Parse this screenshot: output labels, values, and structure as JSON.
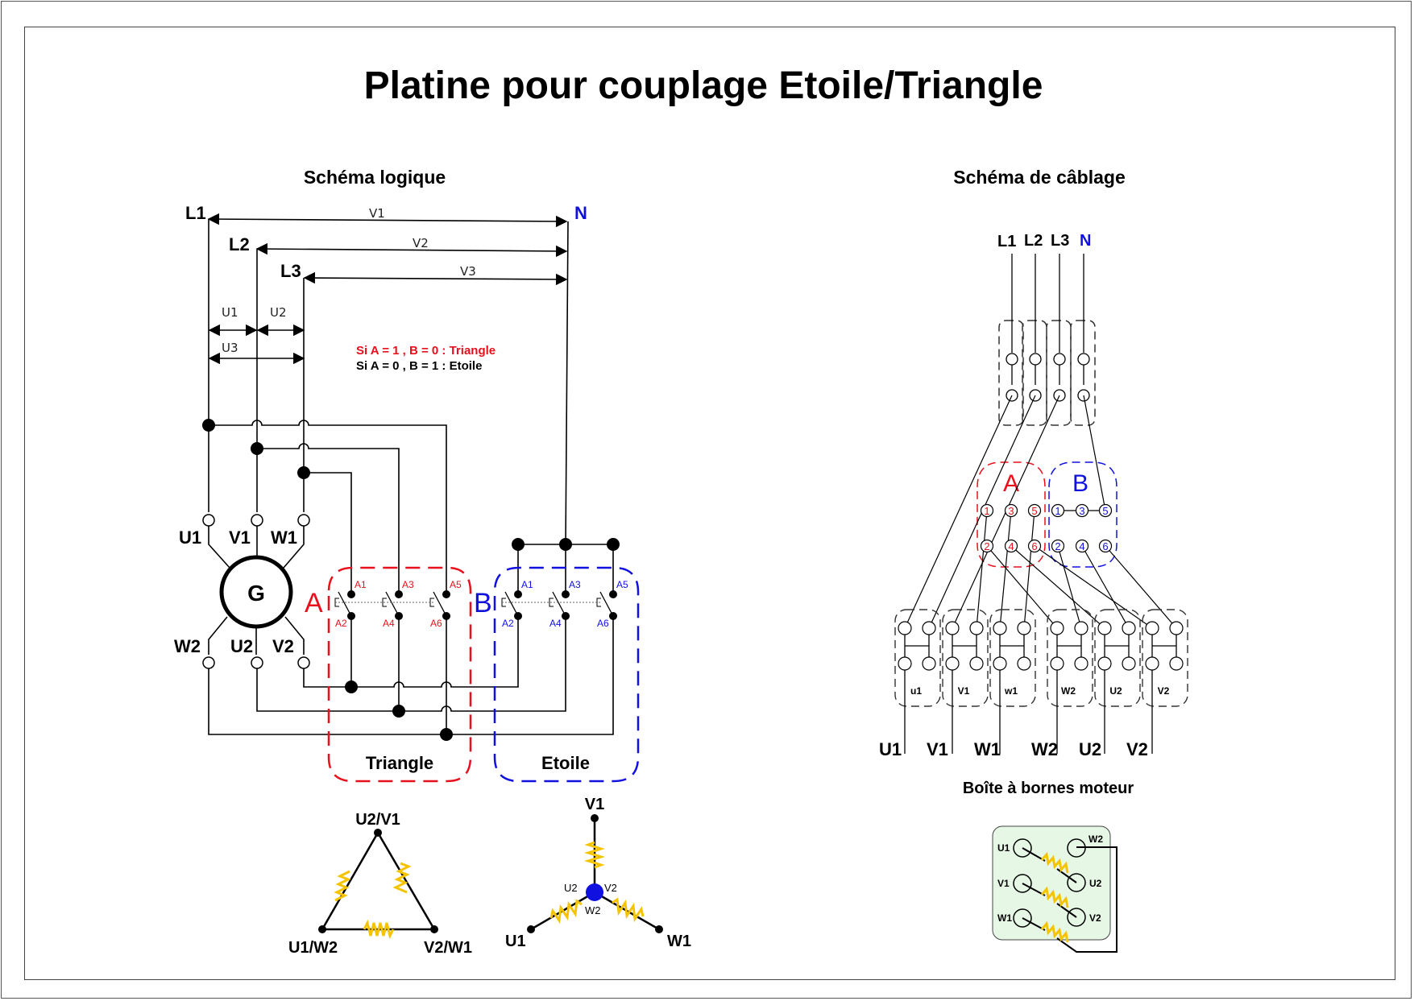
{
  "title": "Platine pour couplage Etoile/Triangle",
  "logic": {
    "heading": "Schéma logique",
    "lines": [
      "L1",
      "L2",
      "L3"
    ],
    "neutral": "N",
    "phase_voltages": [
      "V1",
      "V2",
      "V3"
    ],
    "line_voltages": [
      "U1",
      "U2",
      "U3"
    ],
    "conditions": [
      {
        "text": "Si A = 1 , B  = 0 : Triangle",
        "color": "#e8101c"
      },
      {
        "text": "Si A = 0 , B = 1  : Etoile",
        "color": "#000000"
      }
    ],
    "generator": "G",
    "top_terminals": [
      "U1",
      "V1",
      "W1"
    ],
    "bottom_terminals": [
      "W2",
      "U2",
      "V2"
    ],
    "contactor_A": {
      "name": "A",
      "color": "#e8101c",
      "inputs": [
        "A1",
        "A3",
        "A5"
      ],
      "outputs": [
        "A2",
        "A4",
        "A6"
      ],
      "label": "Triangle"
    },
    "contactor_B": {
      "name": "B",
      "color": "#1010e0",
      "inputs": [
        "A1",
        "A3",
        "A5"
      ],
      "outputs": [
        "A2",
        "A4",
        "A6"
      ],
      "label": "Etoile"
    },
    "delta_diagram": {
      "top": "U2/V1",
      "left": "U1/W2",
      "right": "V2/W1"
    },
    "star_diagram": {
      "top": "V1",
      "left": "U1",
      "right": "W1",
      "center_labels": [
        "U2",
        "V2",
        "W2"
      ],
      "center_color": "#1010e0"
    },
    "resistor_color": "#f5c400"
  },
  "wiring": {
    "heading": "Schéma de câblage",
    "supply": [
      {
        "label": "L1",
        "color": "#000000"
      },
      {
        "label": "L2",
        "color": "#000000"
      },
      {
        "label": "L3",
        "color": "#000000"
      },
      {
        "label": "N",
        "color": "#1010e0"
      }
    ],
    "contactor_A": {
      "name": "A",
      "color": "#e8101c",
      "terminals_top": [
        "1",
        "3",
        "5"
      ],
      "terminals_bottom": [
        "2",
        "4",
        "6"
      ]
    },
    "contactor_B": {
      "name": "B",
      "color": "#1010e0",
      "terminals_top": [
        "1",
        "3",
        "5"
      ],
      "terminals_bottom": [
        "2",
        "4",
        "6"
      ]
    },
    "terminal_blocks": [
      "u1",
      "V1",
      "w1",
      "W2",
      "U2",
      "V2"
    ],
    "outputs": [
      "U1",
      "V1",
      "W1",
      "W2",
      "U2",
      "V2"
    ],
    "motor_box": {
      "heading": "Boîte à bornes moteur",
      "left": [
        "U1",
        "V1",
        "W1"
      ],
      "right": [
        "W2",
        "U2",
        "V2"
      ],
      "background": "#e6f7e6"
    }
  }
}
